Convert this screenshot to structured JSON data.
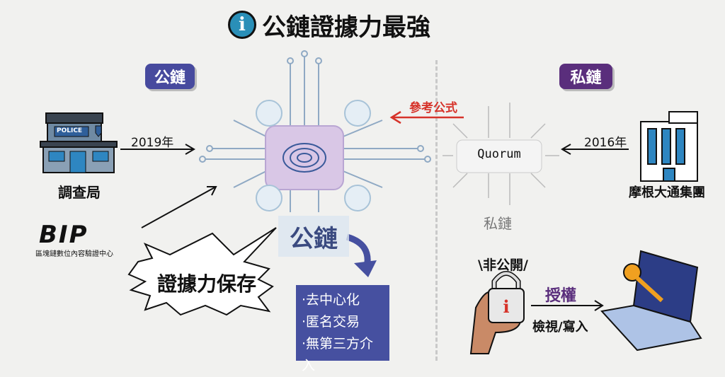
{
  "title": {
    "icon": "info-icon",
    "icon_glyph": "i",
    "text": "公鏈證據力最強"
  },
  "public_chain": {
    "badge": "公鏈",
    "agency": "調查局",
    "police_sign": "POLICE",
    "year": "2019年",
    "bip_logo": "BIP",
    "bip_subtitle": "區塊鏈數位內容驗證中心",
    "burst": "證據力保存",
    "center_label": "公鏈",
    "features": [
      "·去中心化",
      "·匿名交易",
      "·無第三方介入"
    ]
  },
  "private_chain": {
    "badge": "私鏈",
    "reference": "參考公式",
    "chip_label": "Quorum",
    "chain_label": "私鏈",
    "year": "2016年",
    "company": "摩根大通集團",
    "non_public": "\\非公開/",
    "authorize": "授權",
    "view_write": "檢視/寫入"
  },
  "colors": {
    "public": "#474a9e",
    "private": "#5a2e7c",
    "accent_red": "#d6332a",
    "box": "#4650a0"
  }
}
